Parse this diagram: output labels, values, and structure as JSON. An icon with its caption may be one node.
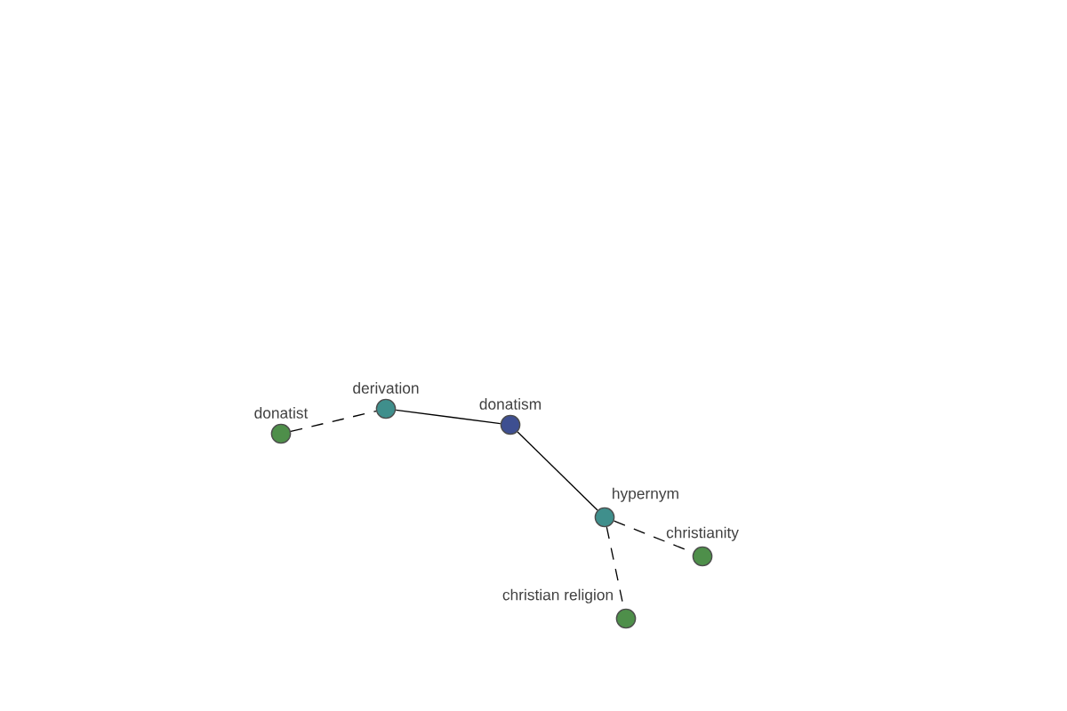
{
  "diagram": {
    "nodes": [
      {
        "text": [
          "donatist"
        ]
      },
      {
        "text": [
          "derivation"
        ]
      },
      {
        "text": [
          "donatism"
        ]
      },
      {
        "text": [
          "hypernym"
        ]
      },
      {
        "text": [
          "christianity"
        ]
      },
      {
        "text": [
          "christian religion"
        ]
      }
    ],
    "edges": [
      {
        "from": 0,
        "to": 1,
        "arrow": "none",
        "style": "dashed"
      },
      {
        "from": 1,
        "to": 2,
        "arrow": "none"
      },
      {
        "from": 2,
        "to": 3,
        "arrow": "none"
      },
      {
        "from": 3,
        "to": 4,
        "arrow": "none",
        "style": "dashed"
      },
      {
        "from": 3,
        "to": 5,
        "arrow": "none",
        "style": "dashed"
      }
    ]
  }
}
